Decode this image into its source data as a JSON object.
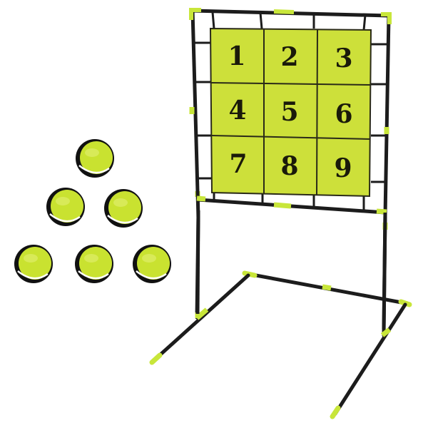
{
  "target": {
    "numbers": [
      "1",
      "2",
      "3",
      "4",
      "5",
      "6",
      "7",
      "8",
      "9"
    ]
  },
  "balls": {
    "count": 6
  },
  "colors": {
    "board": "#cde03a",
    "board_line": "#2a2a18",
    "frame": "#1c1c1c",
    "accent": "#c8e63a",
    "ball": "#c9e230",
    "ball_seam": "#ffffff",
    "ball_shadow": "#111111"
  },
  "icons": [
    "tennis-ball-icon",
    "target-net-icon",
    "frame-stand-icon"
  ]
}
